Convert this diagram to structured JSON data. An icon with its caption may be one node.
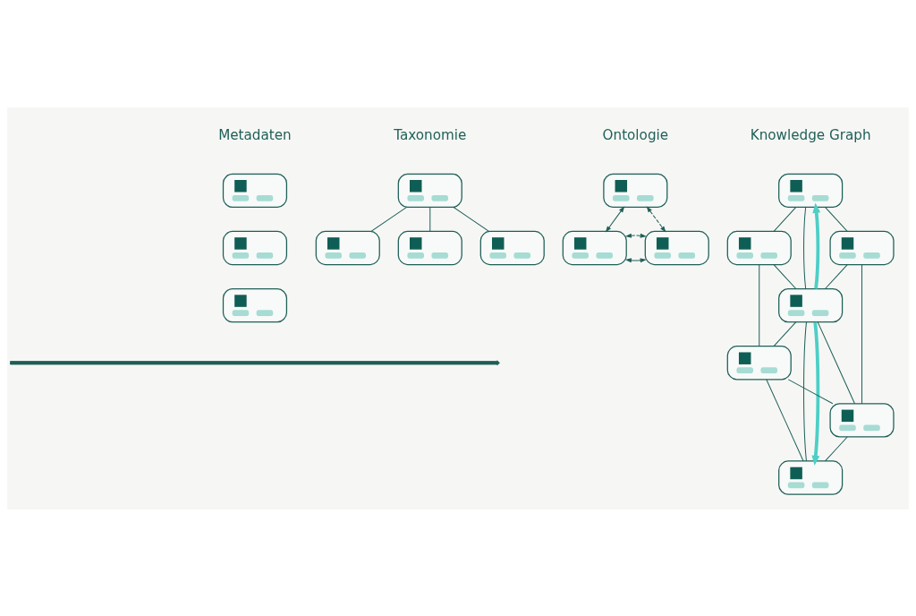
{
  "diagram": {
    "nodes": [
      {
        "text": [],
        "shape": "box"
      },
      {
        "text": [],
        "shape": "box"
      },
      {
        "text": [],
        "shape": "box"
      },
      {
        "text": [],
        "shape": "box"
      },
      {
        "text": [],
        "shape": "box"
      },
      {
        "text": [],
        "shape": "box"
      },
      {
        "text": [],
        "shape": "box"
      },
      {
        "text": [],
        "shape": "box"
      },
      {
        "text": [],
        "shape": "box"
      },
      {
        "text": [],
        "shape": "box"
      },
      {
        "text": [],
        "shape": "box"
      },
      {
        "text": [],
        "shape": "box"
      },
      {
        "text": [],
        "shape": "box"
      },
      {
        "text": [],
        "shape": "box"
      },
      {
        "text": [],
        "shape": "box"
      },
      {
        "text": [],
        "shape": "box"
      },
      {
        "text": [],
        "shape": "box"
      }
    ],
    "edges": [
      {
        "from": 3,
        "to": 4,
        "arrow": "none"
      },
      {
        "from": 3,
        "to": 5,
        "arrow": "none"
      },
      {
        "from": 3,
        "to": 6,
        "arrow": "none"
      },
      {
        "from": 7,
        "to": 8,
        "arrow": "both"
      },
      {
        "from": 7,
        "to": 9,
        "arrow": "both",
        "style": "dashed"
      },
      {
        "from": 8,
        "to": 9,
        "arrow": "both"
      },
      {
        "from": 8,
        "to": 9,
        "arrow": "both",
        "style": "dashed"
      },
      {
        "from": 10,
        "to": 11,
        "arrow": "none"
      },
      {
        "from": 10,
        "to": 12,
        "arrow": "none"
      },
      {
        "from": 10,
        "to": 13,
        "arrow": "none"
      },
      {
        "from": 11,
        "to": 13,
        "arrow": "none"
      },
      {
        "from": 11,
        "to": 14,
        "arrow": "none"
      },
      {
        "from": 12,
        "to": 13,
        "arrow": "none"
      },
      {
        "from": 12,
        "to": 15,
        "arrow": "none"
      },
      {
        "from": 13,
        "to": 14,
        "arrow": "none"
      },
      {
        "from": 13,
        "to": 15,
        "arrow": "none"
      },
      {
        "from": 13,
        "to": 16,
        "arrow": "none"
      },
      {
        "from": 14,
        "to": 15,
        "arrow": "none"
      },
      {
        "from": 14,
        "to": 16,
        "arrow": "none"
      },
      {
        "from": 15,
        "to": 16,
        "arrow": "none"
      },
      {
        "from": 13,
        "to": 10,
        "arrow": "to",
        "style": "thick",
        "color": "#4ccfc6"
      },
      {
        "from": 13,
        "to": 16,
        "arrow": "to",
        "style": "thick",
        "color": "#4ccfc6"
      }
    ],
    "labels": [
      "Metadaten",
      "Taxonomie",
      "Ontologie",
      "Knowledge Graph"
    ]
  }
}
